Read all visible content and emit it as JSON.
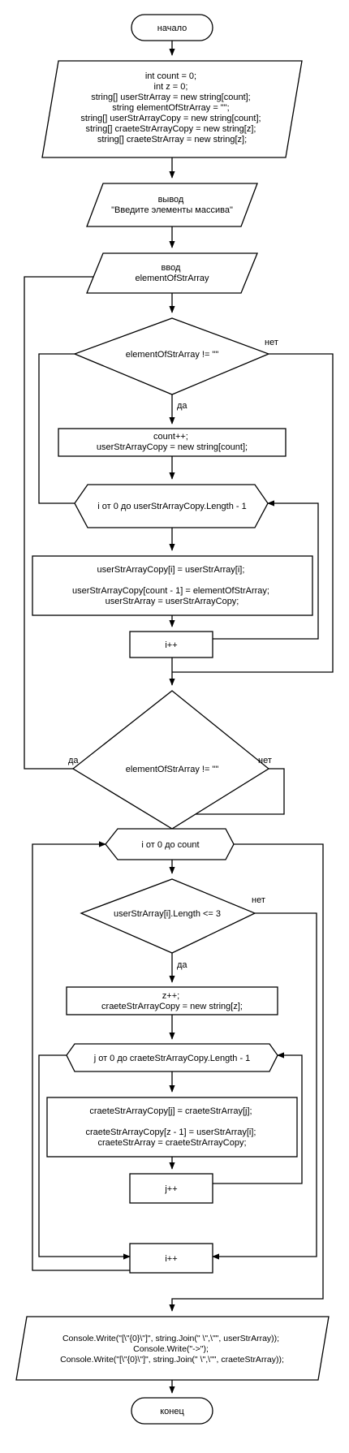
{
  "start": "начало",
  "init": [
    "int count = 0;",
    "int z = 0;",
    "string[] userStrArray = new string[count];",
    "string elementOfStrArray = \"\";",
    "string[] userStrArrayCopy = new string[count];",
    "string[] craeteStrArrayCopy = new string[z];",
    "string[] craeteStrArray = new string[z];"
  ],
  "output_prompt": [
    "вывод",
    "\"Введите элементы массива\""
  ],
  "input_element": [
    "ввод",
    "elementOfStrArray"
  ],
  "cond1": "elementOfStrArray != \"\"",
  "cond1_yes": "да",
  "cond1_no": "нет",
  "count_block": [
    "count++;",
    "userStrArrayCopy = new string[count];"
  ],
  "loop_i_copy": "i от 0 до userStrArrayCopy.Length - 1",
  "copy_block": [
    "userStrArrayCopy[i] = userStrArray[i];",
    "",
    "userStrArrayCopy[count - 1] = elementOfStrArray;",
    "userStrArray = userStrArrayCopy;"
  ],
  "i_inc_1": "i++",
  "cond2": "elementOfStrArray != \"\"",
  "cond2_yes": "да",
  "cond2_no": "нет",
  "loop_i_count": "i от 0 до count",
  "cond3": "userStrArray[i].Length <= 3",
  "cond3_yes": "да",
  "cond3_no": "нет",
  "z_block": [
    "z++;",
    "craeteStrArrayCopy = new string[z];"
  ],
  "loop_j": "j от 0 до craeteStrArrayCopy.Length - 1",
  "craete_block": [
    "craeteStrArrayCopy[j] = craeteStrArray[j];",
    "",
    "craeteStrArrayCopy[z - 1] = userStrArray[i];",
    "craeteStrArray = craeteStrArrayCopy;"
  ],
  "j_inc": "j++",
  "i_inc_2": "i++",
  "final_output": [
    "Console.Write(\"[\\\"{0}\\\"]\", string.Join(\" \\\",\\\"\", userStrArray));",
    "Console.Write(\"->\");",
    "Console.Write(\"[\\\"{0}\\\"]\", string.Join(\" \\\",\\\"\", craeteStrArray));"
  ],
  "end": "конец"
}
